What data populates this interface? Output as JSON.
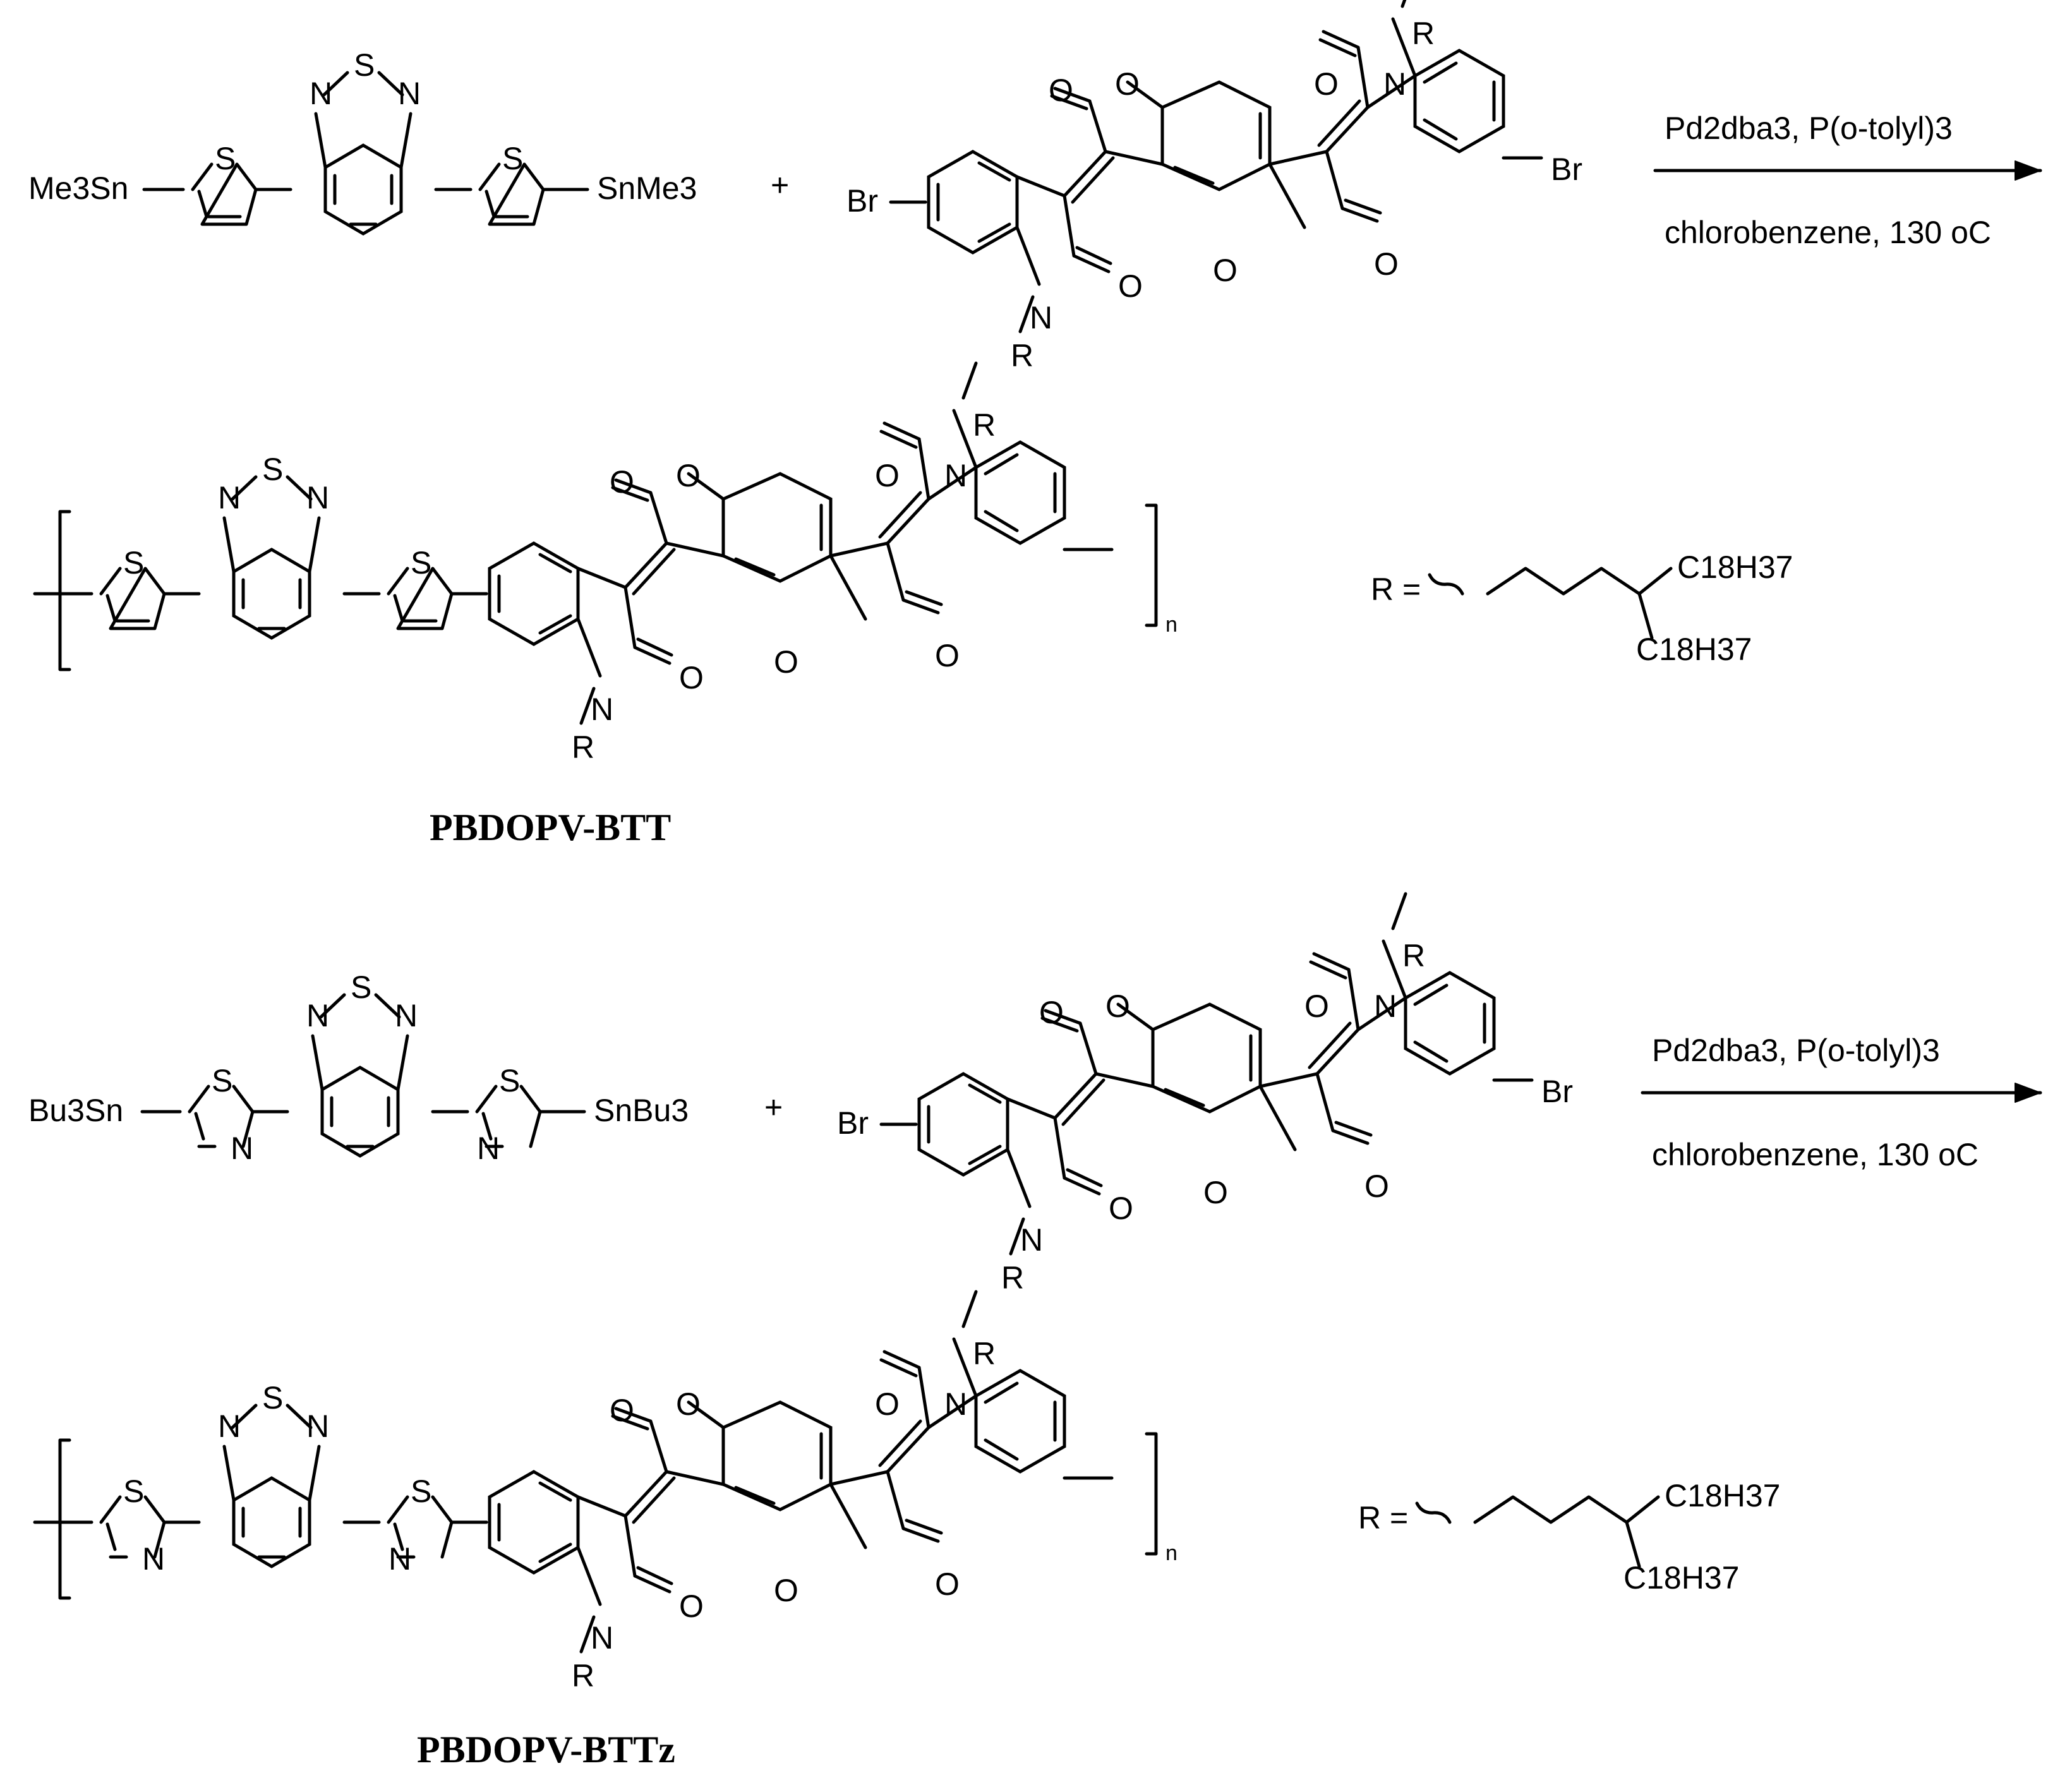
{
  "figure": {
    "reaction1": {
      "reagent_left": {
        "stannyl_left": "Me3Sn",
        "stannyl_right": "SnMe3",
        "ring_hetero_atoms": [
          "S",
          "S",
          "N",
          "S",
          "N"
        ]
      },
      "plus": "+",
      "reagent_right": {
        "halogen_left": "Br",
        "halogen_right": "Br",
        "oxygens": [
          "O",
          "O",
          "O",
          "O",
          "O",
          "O"
        ],
        "nitrogens": [
          "N",
          "N"
        ],
        "substituents": [
          "R",
          "R"
        ]
      },
      "conditions": {
        "catalyst": "Pd2dba3, P(o-tolyl)3",
        "solvent": "chlorobenzene, 130 oC"
      }
    },
    "product1": {
      "name": "PBDOPV-BTT",
      "repeat": "n",
      "r_definition_prefix": "R =",
      "side_chain_1": "C18H37",
      "side_chain_2": "C18H37"
    },
    "reaction2": {
      "reagent_left": {
        "stannyl_left": "Bu3Sn",
        "stannyl_right": "SnBu3"
      },
      "plus": "+",
      "reagent_right": {
        "halogen_left": "Br",
        "halogen_right": "Br"
      },
      "conditions": {
        "catalyst": "Pd2dba3, P(o-tolyl)3",
        "solvent": "chlorobenzene, 130 oC"
      }
    },
    "product2": {
      "name": "PBDOPV-BTTz",
      "repeat": "n",
      "r_definition_prefix": "R =",
      "side_chain_1": "C18H37",
      "side_chain_2": "C18H37"
    }
  }
}
